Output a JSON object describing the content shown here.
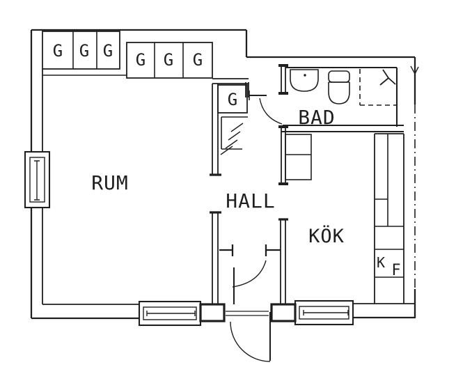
{
  "plan": {
    "background_color": "#ffffff",
    "ink_color": "#1f1f1f",
    "room_labels": {
      "rum": "RUM",
      "hall": "HALL",
      "bad": "BAD",
      "kok": "KÖK"
    },
    "wardrobe_label": "G",
    "wardrobe_count": 7,
    "appliance_labels": {
      "fridge": "K",
      "freezer": "F"
    }
  }
}
